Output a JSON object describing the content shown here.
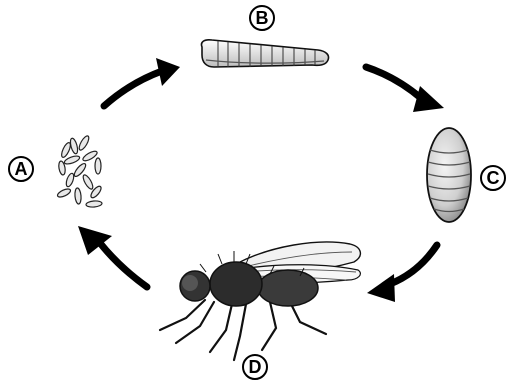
{
  "stages": [
    {
      "letter": "A",
      "icon": "eggs-icon"
    },
    {
      "letter": "B",
      "icon": "larva-icon"
    },
    {
      "letter": "C",
      "icon": "pupa-icon"
    },
    {
      "letter": "D",
      "icon": "adult-fly-icon"
    }
  ],
  "colors": {
    "ink": "#000000",
    "background": "#ffffff",
    "pupa_fill": "#d6d6d6"
  }
}
